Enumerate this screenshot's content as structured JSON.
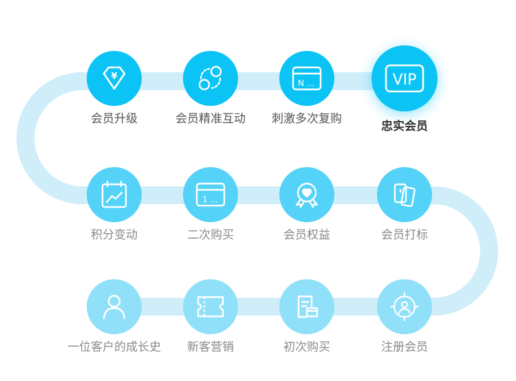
{
  "colors": {
    "track": "#cfeefa",
    "circle_top": "#0bc3f5",
    "circle_mid": "#54d2f7",
    "circle_bottom": "#8fe0f8",
    "label_top": "#555555",
    "label_mid": "#8a8a8a",
    "label_bottom": "#8a8a8a",
    "label_highlight": "#333333",
    "icon": "#ffffff"
  },
  "steps": [
    {
      "label": "一位客户的成长史",
      "icon": "person-icon",
      "row": "bottom"
    },
    {
      "label": "新客营销",
      "icon": "ticket-icon",
      "row": "bottom"
    },
    {
      "label": "初次购买",
      "icon": "receipt-icon",
      "row": "bottom"
    },
    {
      "label": "注册会员",
      "icon": "target-user-icon",
      "row": "bottom"
    },
    {
      "label": "会员打标",
      "icon": "tag-cards-icon",
      "row": "mid"
    },
    {
      "label": "会员权益",
      "icon": "heart-badge-icon",
      "row": "mid"
    },
    {
      "label": "二次购买",
      "icon": "card-one-icon",
      "row": "mid"
    },
    {
      "label": "积分变动",
      "icon": "calendar-chart-icon",
      "row": "mid"
    },
    {
      "label": "会员升级",
      "icon": "diamond-yen-icon",
      "row": "top"
    },
    {
      "label": "会员精准互动",
      "icon": "interaction-icon",
      "row": "top"
    },
    {
      "label": "刺激多次复购",
      "icon": "card-n-icon",
      "row": "top"
    },
    {
      "label": "忠实会员",
      "icon": "vip-icon",
      "row": "top",
      "highlight": true,
      "icon_text": "VIP"
    }
  ],
  "icon_text": {
    "card_one": "1 ...",
    "card_n": "N ...",
    "yen": "¥"
  }
}
